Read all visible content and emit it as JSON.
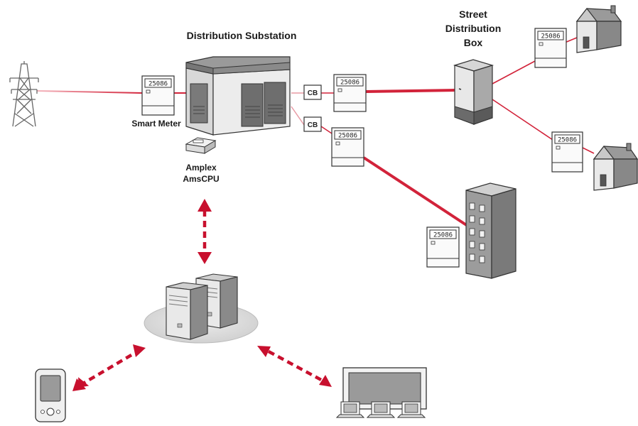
{
  "labels": {
    "substation": "Distribution Substation",
    "street_box": [
      "Street",
      "Distribution",
      "Box"
    ],
    "smart_meter": "Smart Meter",
    "amplex": [
      "Amplex",
      "AmsCPU"
    ]
  },
  "meter_reading": "25086",
  "breaker_label": "CB",
  "colors": {
    "power_line": "#d2233a",
    "data_arrow": "#c8102e",
    "device_light": "#f4f4f4",
    "device_mid": "#bdbdbd",
    "device_dark": "#6e6e6e",
    "outline": "#333333",
    "server_base": "#dcdcdc"
  },
  "icons": [
    "transmission-tower-icon",
    "smart-meter-icon",
    "substation-icon",
    "circuit-breaker-icon",
    "printer-icon",
    "street-box-icon",
    "house-icon",
    "office-building-icon",
    "server-icon",
    "handheld-device-icon",
    "laptop-icon",
    "display-screen-icon"
  ]
}
